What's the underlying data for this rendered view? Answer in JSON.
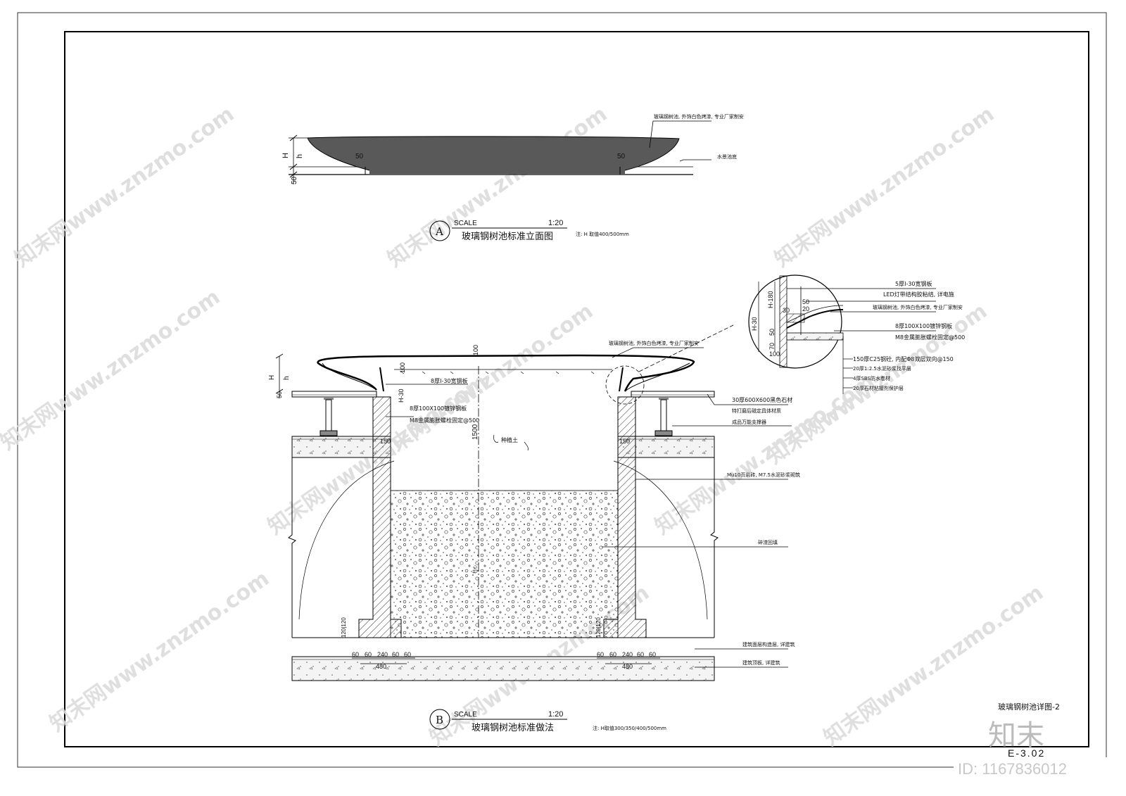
{
  "watermark": {
    "text": "知末网www.znzmo.com"
  },
  "brand": {
    "logo_text": "知末",
    "id_text": "ID: 1167836012"
  },
  "title_block": {
    "sheet_title": "玻璃钢树池详图-2",
    "sheet_no": "E-3.02"
  },
  "detail_a": {
    "marker": "A",
    "scale_label": "SCALE",
    "scale": "1:20",
    "title": "玻璃钢树池标准立面图",
    "note": "注: H 取值400/500mm",
    "dims": {
      "H": "H",
      "h": "h",
      "base": "50",
      "lip_left": "50",
      "lip_right": "50"
    },
    "callouts": [
      "玻璃钢树池, 外饰白色烤漆, 专业厂家制安",
      "水景池底"
    ]
  },
  "detail_b": {
    "marker": "B",
    "scale_label": "SCALE",
    "scale": "1:20",
    "title": "玻璃钢树池标准做法",
    "note": "注: H取值300/350/400/500mm",
    "dims": {
      "H": "H",
      "h": "h",
      "base": "50",
      "cap": "100",
      "depth": "1500",
      "top": "100",
      "h30": "H-30",
      "side150_l": "150",
      "side150_r": "150",
      "step_l": "120|120",
      "step_r": "120|120",
      "footing_l": [
        "60",
        "60",
        "240",
        "60",
        "60"
      ],
      "footing_l_total": "480",
      "footing_r": [
        "60",
        "60",
        "240",
        "60",
        "60"
      ],
      "footing_r_total": "480"
    },
    "callouts_left": [
      "8厚I-30宽钢板",
      "8厚100X100镀锌钢板",
      "M8金属膨胀螺栓固定@500"
    ],
    "callouts_right": [
      "玻璃钢树池, 外饰白色烤漆, 专业厂家制安",
      "30厚600X600黑色石材",
      "特打磨后磁定具体材质",
      "成品万能支撑器",
      "Mu10页岩砖, M7.5水泥砂浆砌筑",
      "碎渣回填",
      "建筑面层构造层, 详建筑",
      "建筑顶板, 详建筑"
    ],
    "soil_label": "种植土",
    "center_label": "柱心"
  },
  "enlarged": {
    "dims": {
      "h30": "H-30",
      "h180": "H-180",
      "d50": "50",
      "d20": "20",
      "d30": "30",
      "d50b": "50",
      "d70": "70",
      "d100": "100"
    },
    "callouts": [
      "5厚I-30宽钢板",
      "LED灯带结构胶粘结, 详电施",
      "玻璃钢树池, 外饰白色烤漆, 专业厂家制安",
      "8厚100X100镀锌钢板",
      "M8金属膨胀螺栓固定@500",
      "150厚C25钢砼, 内配Φ8双层双向@150",
      "20厚1:2.5水泥砂浆找平层",
      "4厚SBS防水卷材",
      "20厚石材粘接剂保护层"
    ]
  }
}
